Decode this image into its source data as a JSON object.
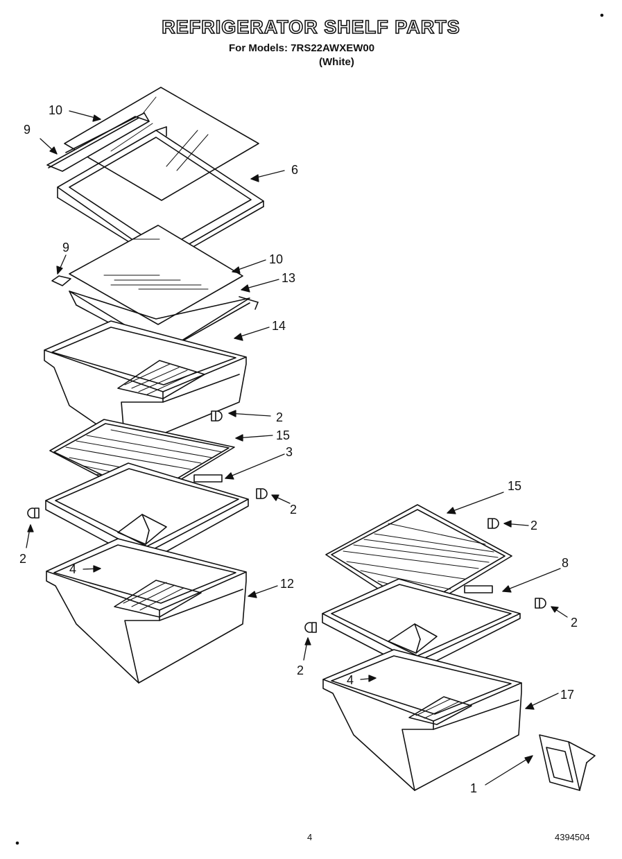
{
  "header": {
    "title": "REFRIGERATOR SHELF PARTS",
    "models_line": "For Models: 7RS22AWXEW00",
    "color_line": "(White)"
  },
  "callouts": [
    "10",
    "9",
    "6",
    "9",
    "10",
    "13",
    "14",
    "2",
    "15",
    "3",
    "2",
    "2",
    "4",
    "12",
    "15",
    "2",
    "8",
    "2",
    "2",
    "4",
    "17",
    "1"
  ],
  "footer": {
    "page_number": "4",
    "doc_number": "4394504"
  }
}
